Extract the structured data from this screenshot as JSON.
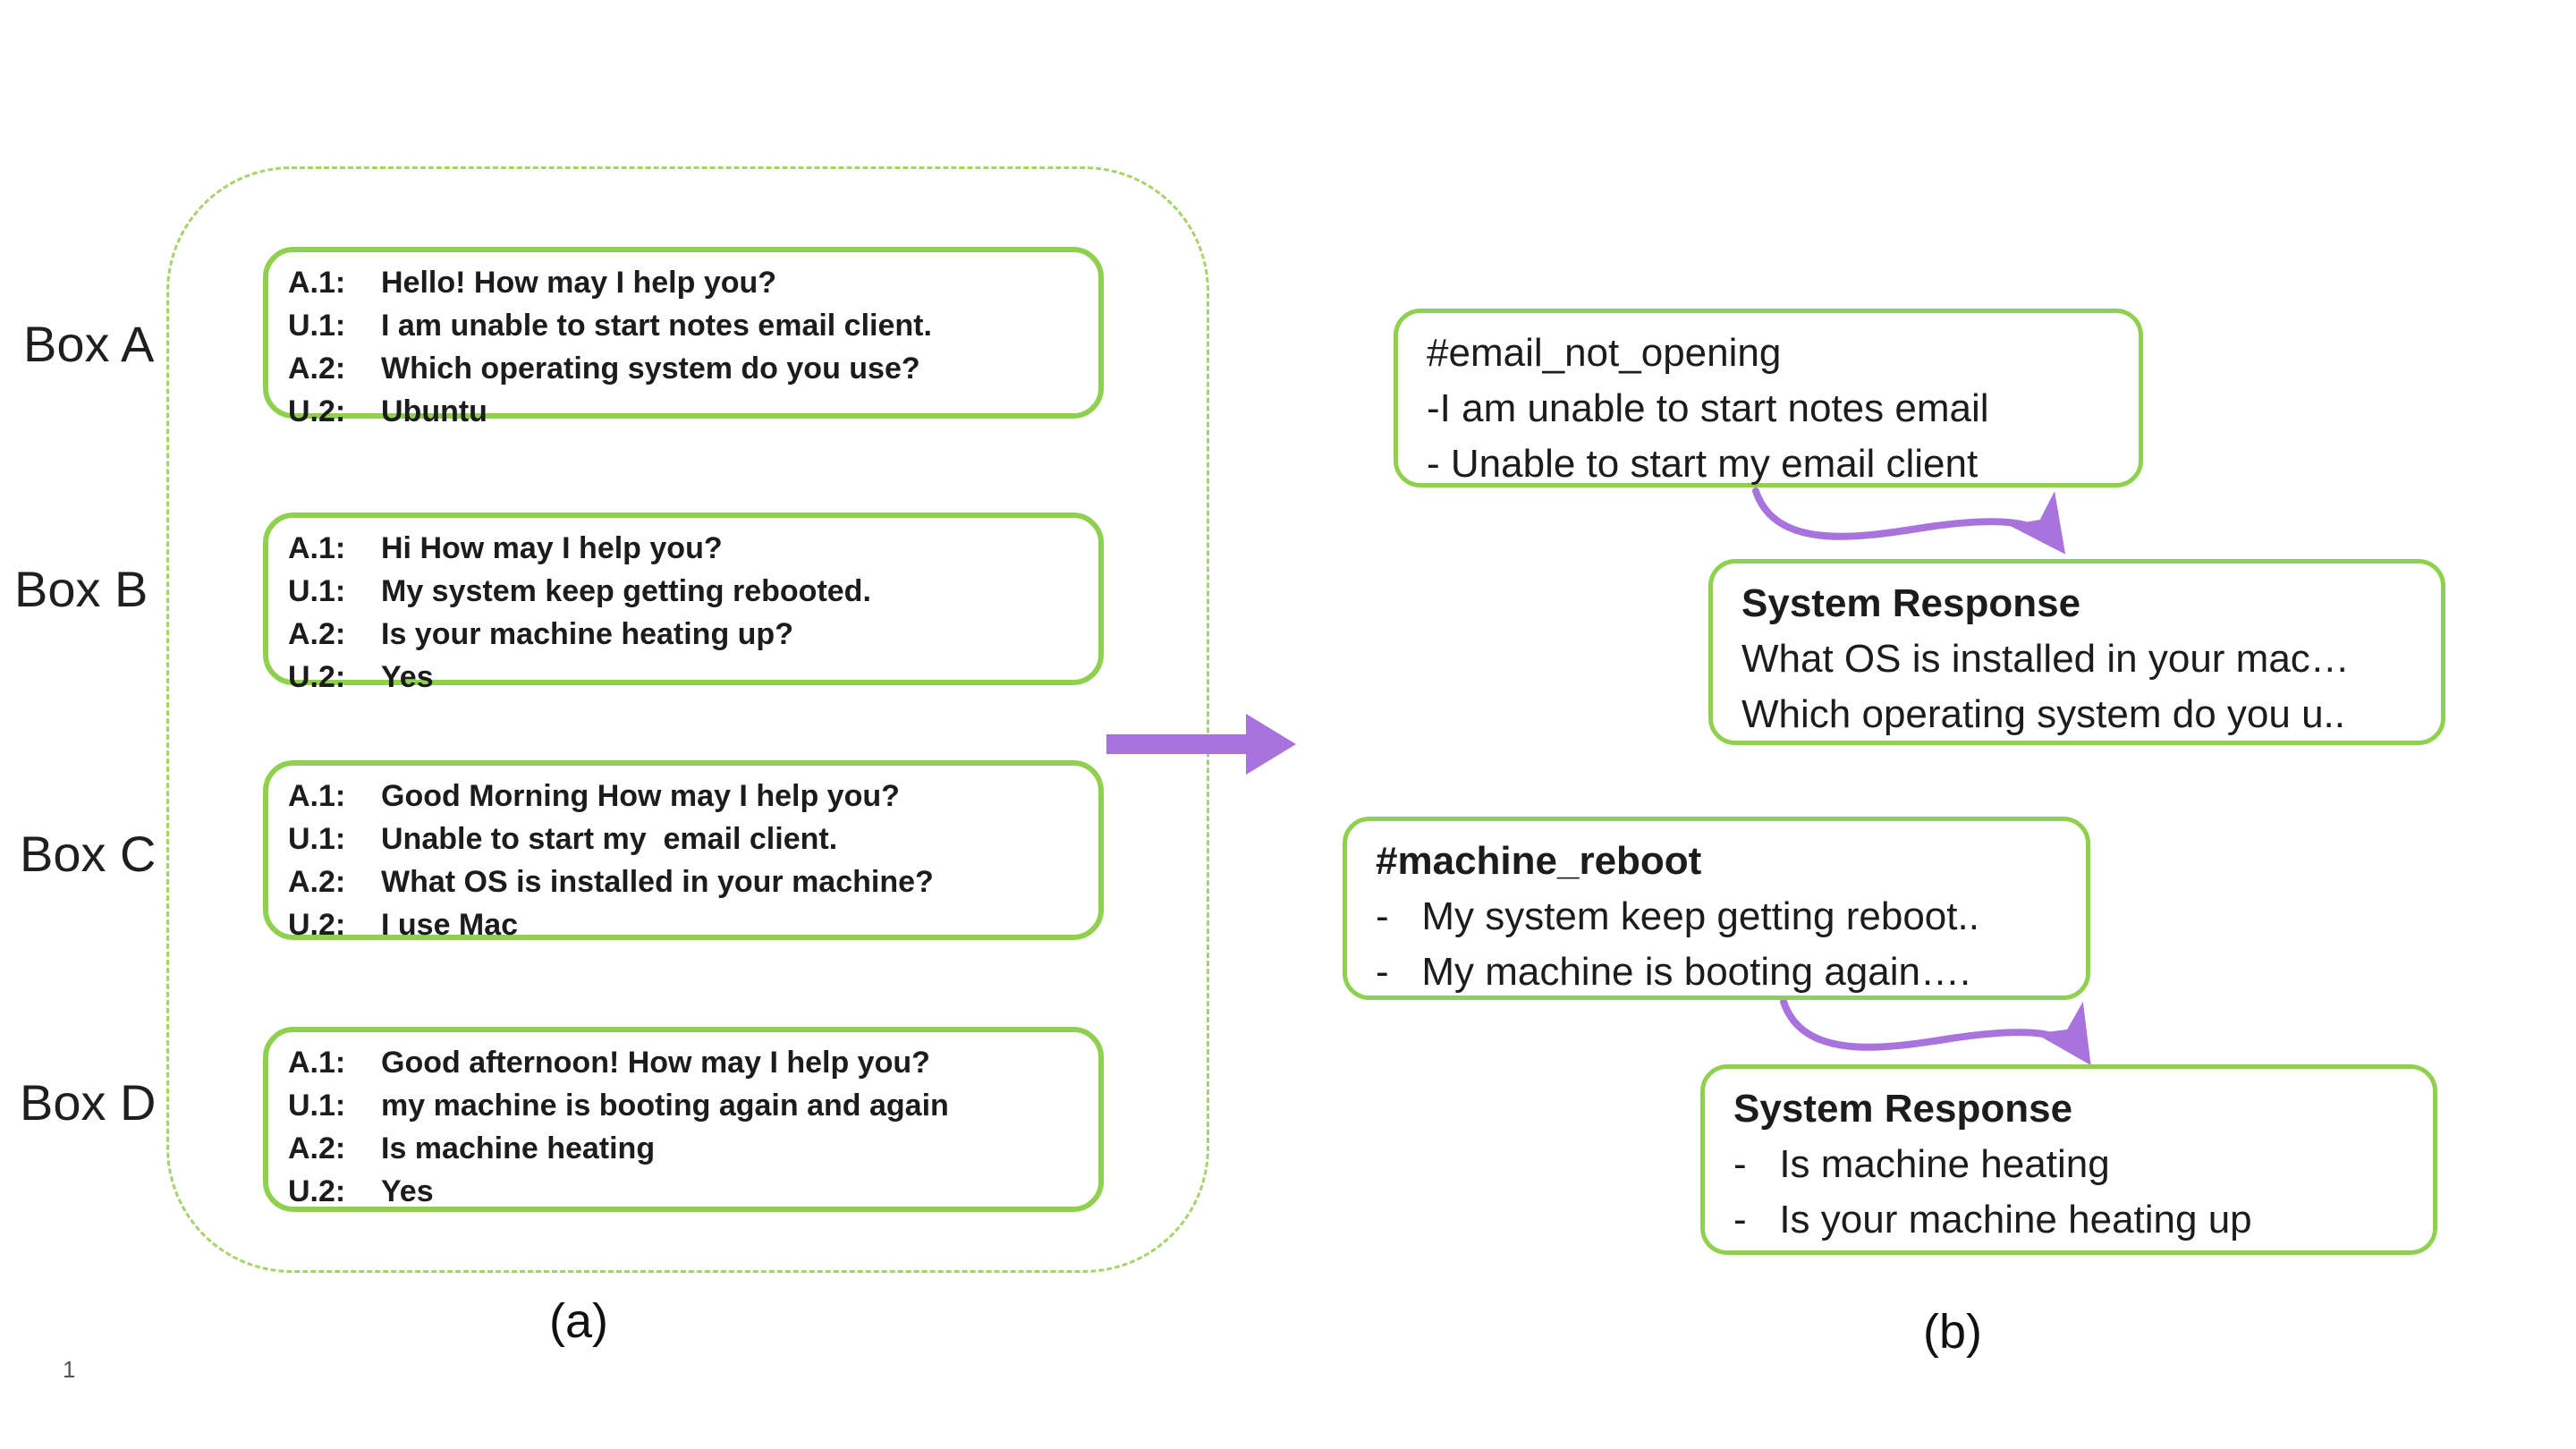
{
  "colors": {
    "solid_green": "#8fd14f",
    "dashed_green": "#a5d469",
    "purple": "#a873dd",
    "text": "#1c1c1c"
  },
  "captions": {
    "a": "(a)",
    "b": "(b)"
  },
  "footer": {
    "page_number": "1"
  },
  "left_panel": {
    "boxes": [
      {
        "label": "Box A",
        "lines": [
          {
            "speaker": "A.1:",
            "text": "Hello! How may I help you?"
          },
          {
            "speaker": "U.1:",
            "text": "I am unable to start notes email client."
          },
          {
            "speaker": "A.2:",
            "text": "Which operating system do you use?"
          },
          {
            "speaker": "U.2:",
            "text": "Ubuntu"
          }
        ]
      },
      {
        "label": "Box B",
        "lines": [
          {
            "speaker": "A.1:",
            "text": "Hi How may I help you?"
          },
          {
            "speaker": "U.1:",
            "text": "My system keep getting rebooted."
          },
          {
            "speaker": "A.2:",
            "text": "Is your machine heating up?"
          },
          {
            "speaker": "U.2:",
            "text": "Yes"
          }
        ]
      },
      {
        "label": "Box C",
        "lines": [
          {
            "speaker": "A.1:",
            "text": "Good Morning How may I help you?"
          },
          {
            "speaker": "U.1:",
            "text": "Unable to start my  email client."
          },
          {
            "speaker": "A.2:",
            "text": "What OS is installed in your machine?"
          },
          {
            "speaker": "U.2:",
            "text": "I use Mac"
          }
        ]
      },
      {
        "label": "Box D",
        "lines": [
          {
            "speaker": "A.1:",
            "text": "Good afternoon! How may I help you?"
          },
          {
            "speaker": "U.1:",
            "text": "my machine is booting again and again"
          },
          {
            "speaker": "A.2:",
            "text": "Is machine heating"
          },
          {
            "speaker": "U.2:",
            "text": "Yes"
          }
        ]
      }
    ]
  },
  "right_panel": {
    "clusters": [
      {
        "intent": {
          "title": "#email_not_opening",
          "lines": [
            "-I am unable to start notes email",
            "- Unable to start my email client"
          ]
        },
        "response": {
          "title": "System Response",
          "lines": [
            "What OS is installed in your mac…",
            "Which operating system do you u.."
          ]
        }
      },
      {
        "intent": {
          "title": "#machine_reboot",
          "lines": [
            "-   My system keep getting reboot..",
            "-   My machine is booting again…."
          ]
        },
        "response": {
          "title": "System Response",
          "lines": [
            "-   Is machine heating",
            "-   Is your machine heating up"
          ]
        }
      }
    ]
  }
}
